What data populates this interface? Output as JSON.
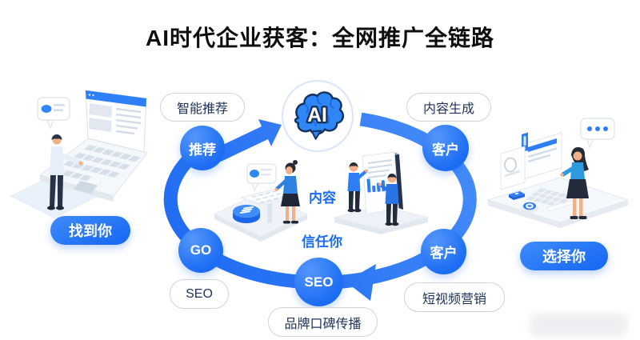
{
  "title": "AI时代企业获客：全网推广全链路",
  "colors": {
    "primary_blue": "#2e7ff7",
    "deep_blue": "#1a67f1",
    "pill_border": "#ccd3dd",
    "pill_text": "#22335a",
    "center_text": "#1a6cf5"
  },
  "cycle": {
    "ai_label": "AI",
    "nodes": [
      {
        "label": "推荐"
      },
      {
        "label": "客户"
      },
      {
        "label": "客户"
      },
      {
        "label": "SEO"
      },
      {
        "label": "GO"
      }
    ],
    "tags": [
      {
        "label": "智能推荐"
      },
      {
        "label": "内容生成"
      },
      {
        "label": "短视频营销"
      },
      {
        "label": "品牌口碑传播"
      },
      {
        "label": "SEO"
      }
    ],
    "center": {
      "top": "内容",
      "bottom": "信任你"
    }
  },
  "left_scene": {
    "caption": "找到你"
  },
  "right_scene": {
    "caption": "选择你"
  }
}
